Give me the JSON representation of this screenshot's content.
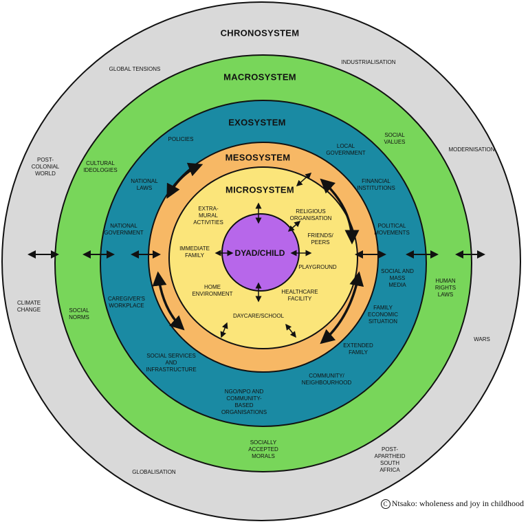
{
  "colors": {
    "chronosystem": "#d9d9d9",
    "macrosystem": "#78d65a",
    "exosystem": "#1a8aa3",
    "mesosystem": "#f7b865",
    "microsystem": "#fbe57a",
    "dyad": "#b767ea",
    "arrows": "#111111"
  },
  "layers": {
    "chronosystem": {
      "title": "CHRONOSYSTEM",
      "items": [
        "GLOBAL TENSIONS",
        "INDUSTRIALISATION",
        "POST-\nCOLONIAL\nWORLD",
        "MODERNISATION",
        "CLIMATE\nCHANGE",
        "HUMAN\nRIGHTS\nLAWS",
        "WARS",
        "GLOBALISATION",
        "POST-\nAPARTHEID\nSOUTH\nAFRICA"
      ]
    },
    "macrosystem": {
      "title": "MACROSYSTEM",
      "items": [
        "CULTURAL\nIDEOLOGIES",
        "SOCIAL\nVALUES",
        "SOCIAL\nNORMS",
        "SOCIALLY\nACCEPTED\nMORALS"
      ]
    },
    "exosystem": {
      "title": "EXOSYSTEM",
      "items": [
        "POLICIES",
        "LOCAL\nGOVERNMENT",
        "NATIONAL\nLAWS",
        "FINANCIAL\nINSTITUTIONS",
        "NATIONAL\nGOVERNMENT",
        "POLITICAL\nMOVEMENTS",
        "CAREGIVER'S\nWORKPLACE",
        "SOCIAL AND\nMASS\nMEDIA",
        "FAMILY\nECONOMIC\nSITUATION",
        "EXTENDED\nFAMILY",
        "SOCIAL SERVICES\nAND\nINFRASTRUCTURE",
        "COMMUNITY/\nNEIGHBOURHOOD",
        "NGO/NPO AND\nCOMMUNITY-\nBASED\nORGANISATIONS"
      ]
    },
    "mesosystem": {
      "title": "MESOSYSTEM"
    },
    "microsystem": {
      "title": "MICROSYSTEM",
      "items": [
        "EXTRA-\nMURAL\nACTIVITIES",
        "RELIGIOUS\nORGANISATION",
        "FRIENDS/\nPEERS",
        "IMMEDIATE\nFAMILY",
        "PLAYGROUND",
        "HOME\nENVIRONMENT",
        "HEALTHCARE\nFACILITY",
        "DAYCARE/SCHOOL"
      ]
    },
    "dyad": {
      "title": "DYAD/CHILD"
    }
  },
  "credit": "Ntsako: wholeness and joy in childhood"
}
